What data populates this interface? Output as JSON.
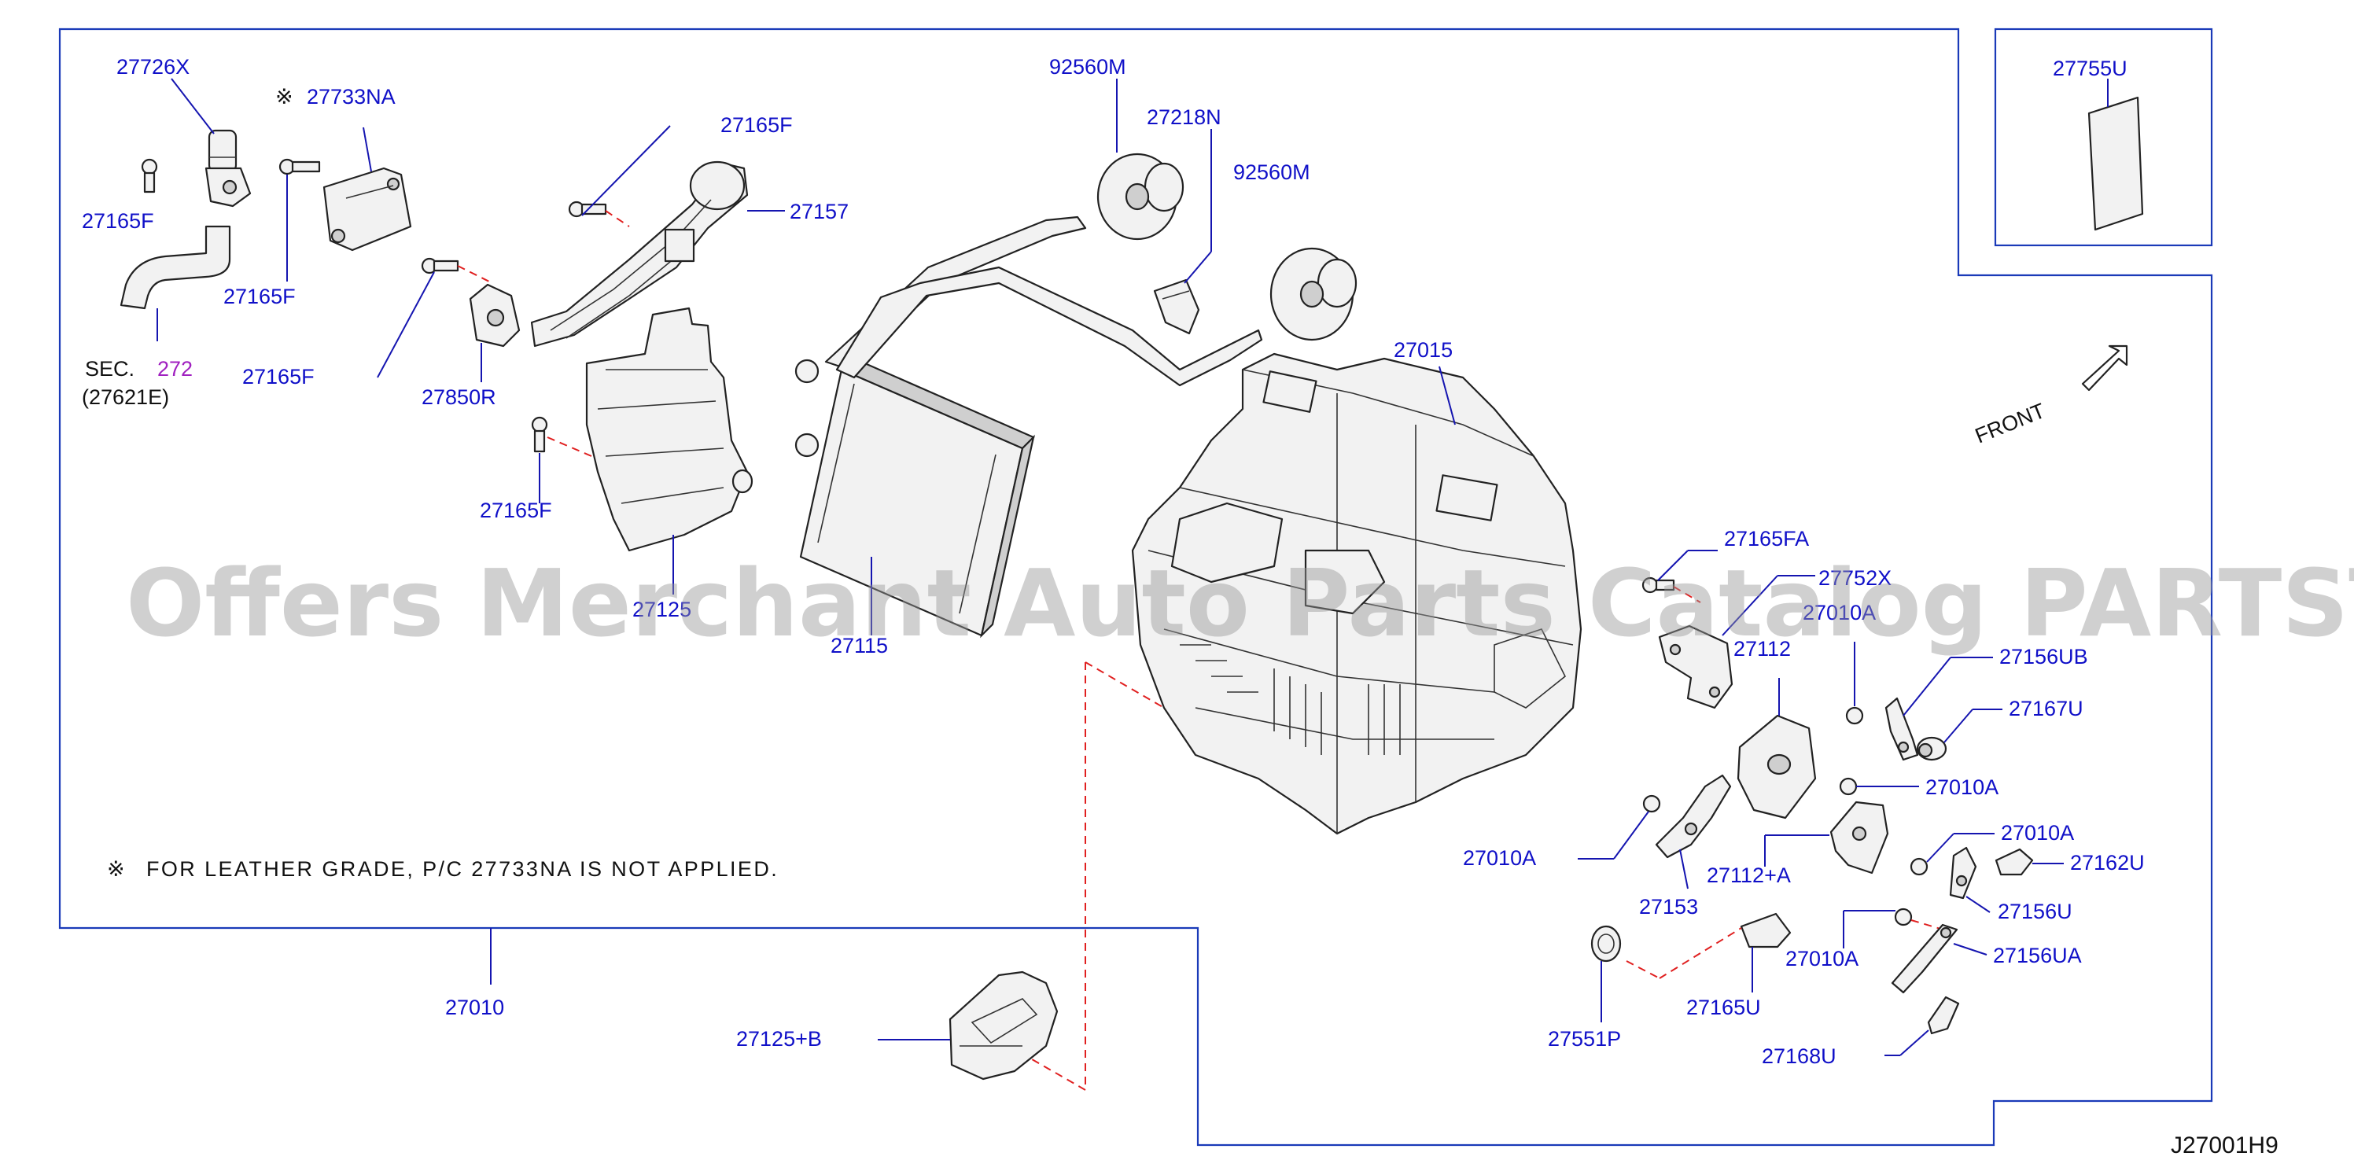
{
  "labels": {
    "p27726X": "27726X",
    "p27733NA": "27733NA",
    "p27165F_a": "27165F",
    "p27165F_b": "27165F",
    "p27165F_c": "27165F",
    "p27165F_d": "27165F",
    "p27165F_e": "27165F",
    "p27157": "27157",
    "p27850R": "27850R",
    "sec_prefix": "SEC.",
    "sec_num": "272",
    "sec_sub": "(27621E)",
    "p27125": "27125",
    "p27115": "27115",
    "p92560M_a": "92560M",
    "p27218N": "27218N",
    "p92560M_b": "92560M",
    "p27015": "27015",
    "p27755U": "27755U",
    "front": "FRONT",
    "p27165FA": "27165FA",
    "p27752X": "27752X",
    "p27010A_a": "27010A",
    "p27112": "27112",
    "p27156UB": "27156UB",
    "p27167U": "27167U",
    "p27010A_b": "27010A",
    "p27010A_c": "27010A",
    "p27010A_d": "27010A",
    "p27112A": "27112+A",
    "p27162U": "27162U",
    "p27153": "27153",
    "p27156U": "27156U",
    "p27010A_e": "27010A",
    "p27156UA": "27156UA",
    "p27165U": "27165U",
    "p27551P": "27551P",
    "p27168U": "27168U",
    "p27010": "27010",
    "p27125B": "27125+B",
    "note_mark": "※",
    "note_text": "FOR LEATHER GRADE, P/C 27733NA IS NOT APPLIED.",
    "diagram_id": "J27001H9"
  },
  "watermark": "Offers Merchant Auto Parts Catalog PARTSTORE.SA",
  "colors": {
    "label": "#1010c8",
    "border": "#1a3ab8",
    "section_ref": "#a020c0",
    "dashed_leader": "#e02020",
    "watermark": "#969696"
  },
  "icons": [
    "front-arrow-icon"
  ]
}
